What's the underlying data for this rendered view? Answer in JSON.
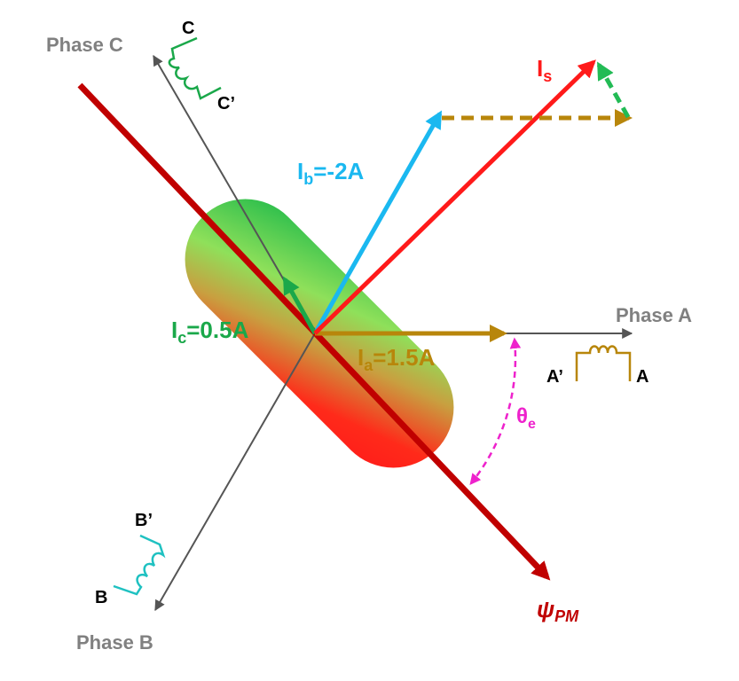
{
  "axes": {
    "phase_a": "Phase A",
    "phase_b": "Phase B",
    "phase_c": "Phase C"
  },
  "terminals": {
    "a": "A",
    "a_prime": "A’",
    "b": "B",
    "b_prime": "B’",
    "c": "C",
    "c_prime": "C’"
  },
  "currents": {
    "is_main": "I",
    "is_sub": "s",
    "ib_main": "I",
    "ib_sub": "b",
    "ib_value": "=-2A",
    "ic_main": "I",
    "ic_sub": "c",
    "ic_value": "=0.5A",
    "ia_main": "I",
    "ia_sub": "a",
    "ia_value": "=1.5A"
  },
  "angle": {
    "main": "θ",
    "sub": "e"
  },
  "flux": {
    "main": "ψ",
    "sub": "PM"
  },
  "colors": {
    "phase_axis": "#555555",
    "phase_label": "#808080",
    "is": "#ff1a1a",
    "ib": "#1ab8f0",
    "ic": "#1aa84a",
    "ia": "#b8860b",
    "flux": "#c00000",
    "angle": "#ee22cc",
    "coil_a": "#b8860b",
    "coil_b": "#1fc1c1",
    "coil_c": "#1aa84a"
  }
}
